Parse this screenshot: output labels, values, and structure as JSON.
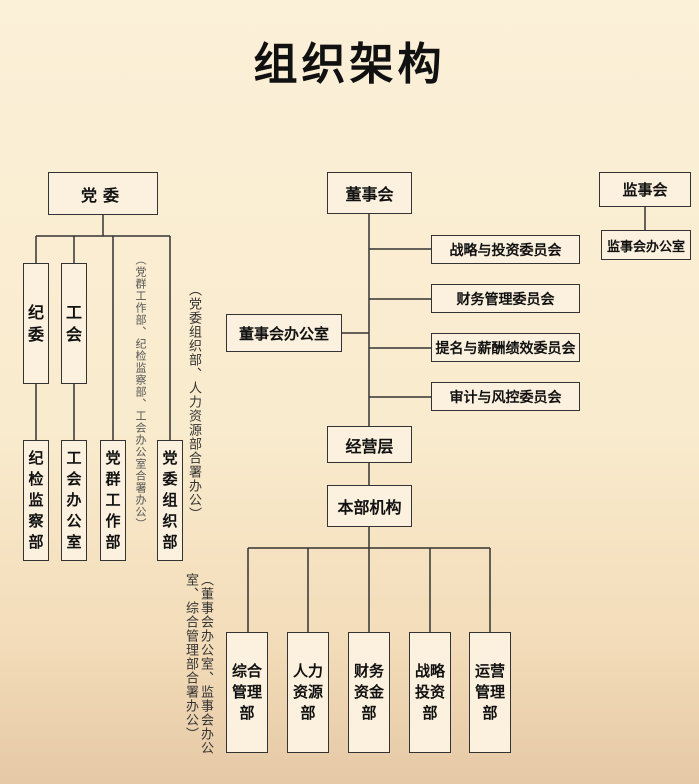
{
  "title": "组织架构",
  "party": {
    "committee": "党委",
    "discipline": "纪委",
    "union": "工会",
    "units": [
      "纪检监察部",
      "工会办公室",
      "党群工作部",
      "党委组织部"
    ],
    "note_mass": "（党群工作部、纪检监察部、工会办公室合署办公）",
    "note_org": "（党委组织部、人力资源部合署办公）"
  },
  "board": {
    "name": "董事会",
    "office": "董事会办公室",
    "committees": [
      "战略与投资委员会",
      "财务管理委员会",
      "提名与薪酬绩效委员会",
      "审计与风控委员会"
    ]
  },
  "supervisory": {
    "name": "监事会",
    "office": "监事会办公室"
  },
  "management": "经营层",
  "hq": "本部机构",
  "departments": [
    "综合管理部",
    "人力资源部",
    "财务资金部",
    "战略投资部",
    "运营管理部"
  ],
  "note_offices": "（董事会办公室、监事会办公室、综合管理部合署办公）"
}
